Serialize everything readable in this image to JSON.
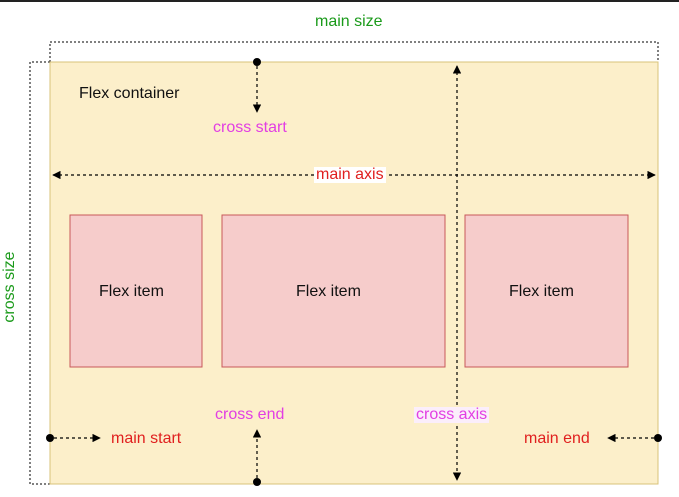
{
  "labels": {
    "main_size": "main size",
    "cross_size": "cross size",
    "container": "Flex container",
    "cross_start": "cross start",
    "main_axis": "main axis",
    "item_1": "Flex item",
    "item_2": "Flex item",
    "item_3": "Flex item",
    "cross_end": "cross end",
    "cross_axis": "cross axis",
    "main_start": "main start",
    "main_end": "main end"
  },
  "colors": {
    "container_fill": "#fcefca",
    "container_stroke": "#d9c37a",
    "item_fill": "#f6cccb",
    "item_stroke": "#c8585a",
    "size_label": "#1a9a1a",
    "cross_label": "#e23fe3",
    "main_label": "#e0201f"
  }
}
